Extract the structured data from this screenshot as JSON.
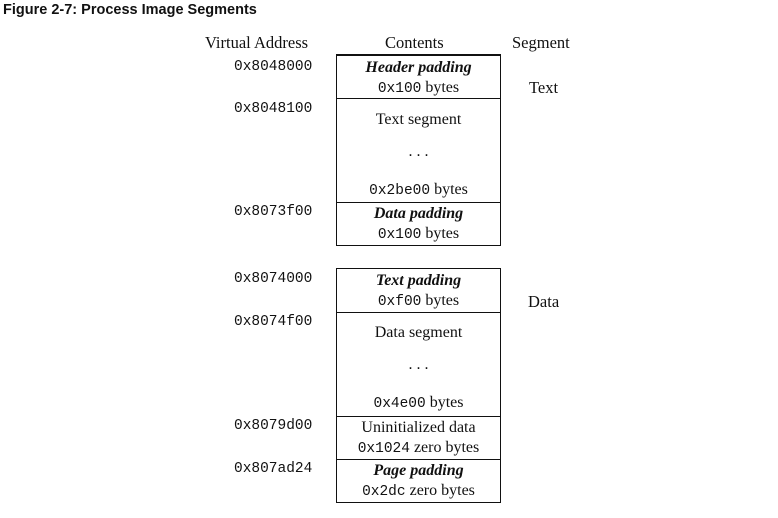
{
  "caption": "Figure 2-7:  Process Image Segments",
  "headers": {
    "virtual_address": "Virtual Address",
    "contents": "Contents",
    "segment": "Segment"
  },
  "segments": {
    "text": "Text",
    "data": "Data"
  },
  "addresses": {
    "a1": "0x8048000",
    "a2": "0x8048100",
    "a3": "0x8073f00",
    "a4": "0x8074000",
    "a5": "0x8074f00",
    "a6": "0x8079d00",
    "a7": "0x807ad24"
  },
  "blocks": {
    "header_padding": {
      "title": "Header padding",
      "size_mono": "0x100",
      "size_unit": " bytes"
    },
    "text_segment": {
      "title": "Text segment",
      "ellipsis": ". . .",
      "size_mono": "0x2be00",
      "size_unit": " bytes"
    },
    "data_padding": {
      "title": "Data padding",
      "size_mono": "0x100",
      "size_unit": " bytes"
    },
    "text_padding": {
      "title": "Text padding",
      "size_mono": "0xf00",
      "size_unit": " bytes"
    },
    "data_segment": {
      "title": "Data segment",
      "ellipsis": ". . .",
      "size_mono": "0x4e00",
      "size_unit": " bytes"
    },
    "uninit_data": {
      "title": "Uninitialized data",
      "size_mono": "0x1024",
      "size_unit": " zero bytes"
    },
    "page_padding": {
      "title": "Page padding",
      "size_mono": "0x2dc",
      "size_unit": " zero bytes"
    }
  }
}
